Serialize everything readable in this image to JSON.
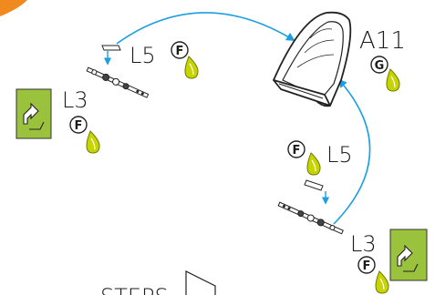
{
  "labels": {
    "l5_top": "L5",
    "a11": "A11",
    "l3_left": "L3",
    "l5_right": "L5",
    "l3_bottom": "L3",
    "steps": "STEPS"
  },
  "badges": {
    "f_top": "F",
    "g_a11": "G",
    "f_l3_left": "F",
    "f_l5_right": "F",
    "f_l3_bottom": "F"
  },
  "colors": {
    "arrow": "#1a9fe0",
    "corner": "#f08a1f",
    "badge_bg": "#9bc23c",
    "drop": "#c8d400",
    "drop_fill": "#8fb000"
  },
  "icons": {
    "turn": "turn-over-arrow-icon",
    "drop": "lubricant-drop-icon"
  }
}
